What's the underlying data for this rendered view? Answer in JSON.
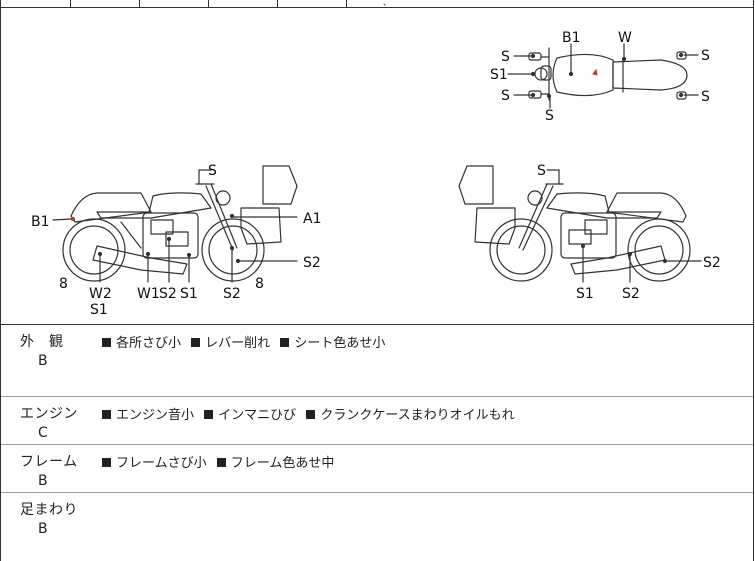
{
  "header_fragment": "、",
  "diagram": {
    "labels": {
      "top_b1": "B1",
      "top_w": "W",
      "top_s_ul": "S",
      "top_s1": "S1",
      "top_s_ll": "S",
      "top_s_bottom": "S",
      "top_s_ur": "S",
      "top_s_lr": "S",
      "left_s_top": "S",
      "left_b1": "B1",
      "left_a1": "A1",
      "left_s2_right": "S2",
      "left_8_left": "8",
      "left_8_right": "8",
      "left_w2": "W2",
      "left_s1_bottom": "S1",
      "left_w1": "W1",
      "left_s2_mid": "S2",
      "left_s1_mid": "S1",
      "left_s2_bottom": "S2",
      "right_s_top": "S",
      "right_s2_right": "S2",
      "right_s1": "S1",
      "right_s2": "S2"
    },
    "colors": {
      "line": "#333333",
      "mark": "#c0392b"
    }
  },
  "sections": [
    {
      "label": "外　観",
      "grade": "B",
      "notes": [
        "各所さび小",
        "レバー削れ",
        "シート色あせ小"
      ]
    },
    {
      "label": "エンジン",
      "grade": "C",
      "notes": [
        "エンジン音小",
        "インマニひび",
        "クランクケースまわりオイルもれ"
      ]
    },
    {
      "label": "フレーム",
      "grade": "B",
      "notes": [
        "フレームさび小",
        "フレーム色あせ中"
      ]
    },
    {
      "label": "足まわり",
      "grade": "B",
      "notes": []
    }
  ]
}
